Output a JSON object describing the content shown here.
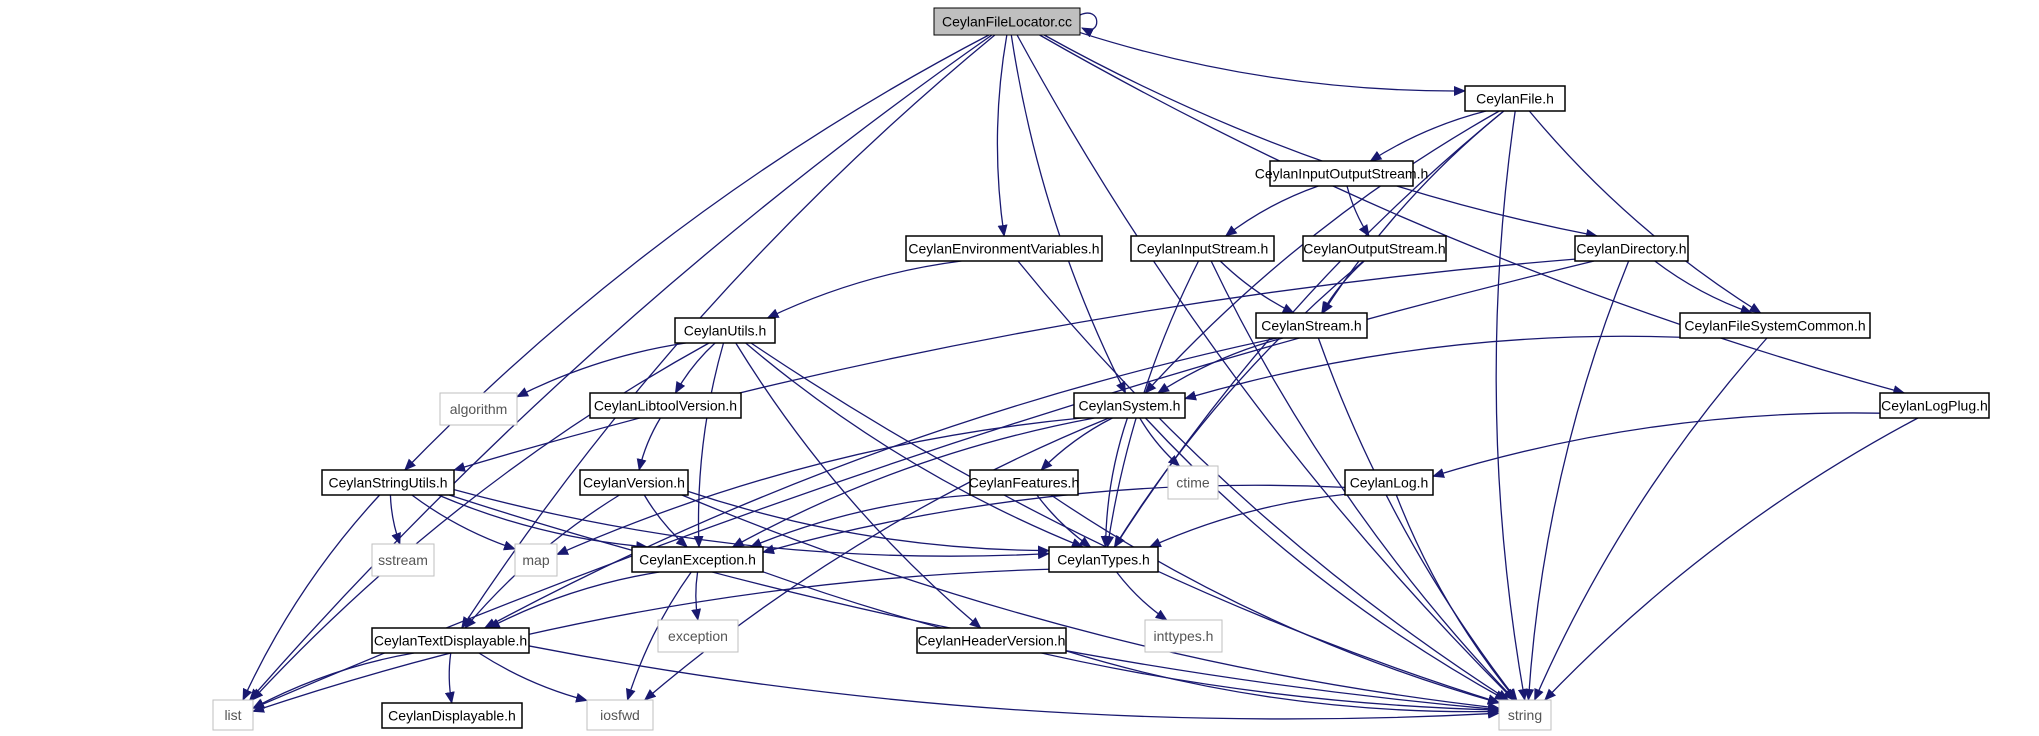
{
  "colors": {
    "edge": "#191970",
    "node_border": "#000000",
    "root_fill": "#bfbfbf",
    "ext_border": "#bfbfbf",
    "background": "#ffffff"
  },
  "nodes": [
    {
      "id": "root",
      "label": "CeylanFileLocator.cc",
      "kind": "root"
    },
    {
      "id": "file",
      "label": "CeylanFile.h",
      "kind": "header"
    },
    {
      "id": "iostream",
      "label": "CeylanInputOutputStream.h",
      "kind": "header"
    },
    {
      "id": "envvars",
      "label": "CeylanEnvironmentVariables.h",
      "kind": "header"
    },
    {
      "id": "istream",
      "label": "CeylanInputStream.h",
      "kind": "header"
    },
    {
      "id": "ostream",
      "label": "CeylanOutputStream.h",
      "kind": "header"
    },
    {
      "id": "dir",
      "label": "CeylanDirectory.h",
      "kind": "header"
    },
    {
      "id": "utils",
      "label": "CeylanUtils.h",
      "kind": "header"
    },
    {
      "id": "stream",
      "label": "CeylanStream.h",
      "kind": "header"
    },
    {
      "id": "fscommon",
      "label": "CeylanFileSystemCommon.h",
      "kind": "header"
    },
    {
      "id": "algorithm",
      "label": "algorithm",
      "kind": "external"
    },
    {
      "id": "libtool",
      "label": "CeylanLibtoolVersion.h",
      "kind": "header"
    },
    {
      "id": "system",
      "label": "CeylanSystem.h",
      "kind": "header"
    },
    {
      "id": "logplug",
      "label": "CeylanLogPlug.h",
      "kind": "header"
    },
    {
      "id": "strutils",
      "label": "CeylanStringUtils.h",
      "kind": "header"
    },
    {
      "id": "version",
      "label": "CeylanVersion.h",
      "kind": "header"
    },
    {
      "id": "features",
      "label": "CeylanFeatures.h",
      "kind": "header"
    },
    {
      "id": "ctime",
      "label": "ctime",
      "kind": "external"
    },
    {
      "id": "log",
      "label": "CeylanLog.h",
      "kind": "header"
    },
    {
      "id": "sstream",
      "label": "sstream",
      "kind": "external"
    },
    {
      "id": "map",
      "label": "map",
      "kind": "external"
    },
    {
      "id": "exc",
      "label": "CeylanException.h",
      "kind": "header"
    },
    {
      "id": "types",
      "label": "CeylanTypes.h",
      "kind": "header"
    },
    {
      "id": "textdisp",
      "label": "CeylanTextDisplayable.h",
      "kind": "header"
    },
    {
      "id": "exception",
      "label": "exception",
      "kind": "external"
    },
    {
      "id": "hdrver",
      "label": "CeylanHeaderVersion.h",
      "kind": "header"
    },
    {
      "id": "inttypes",
      "label": "inttypes.h",
      "kind": "external"
    },
    {
      "id": "list",
      "label": "list",
      "kind": "external"
    },
    {
      "id": "disp",
      "label": "CeylanDisplayable.h",
      "kind": "header"
    },
    {
      "id": "iosfwd",
      "label": "iosfwd",
      "kind": "external"
    },
    {
      "id": "string",
      "label": "string",
      "kind": "external"
    }
  ],
  "edges": [
    [
      "root",
      "root"
    ],
    [
      "root",
      "file"
    ],
    [
      "root",
      "envvars"
    ],
    [
      "root",
      "dir"
    ],
    [
      "root",
      "system"
    ],
    [
      "root",
      "logplug"
    ],
    [
      "root",
      "strutils"
    ],
    [
      "root",
      "textdisp"
    ],
    [
      "root",
      "list"
    ],
    [
      "root",
      "string"
    ],
    [
      "file",
      "iostream"
    ],
    [
      "file",
      "stream"
    ],
    [
      "file",
      "fscommon"
    ],
    [
      "file",
      "types"
    ],
    [
      "file",
      "system"
    ],
    [
      "file",
      "string"
    ],
    [
      "iostream",
      "istream"
    ],
    [
      "iostream",
      "ostream"
    ],
    [
      "envvars",
      "utils"
    ],
    [
      "envvars",
      "string"
    ],
    [
      "istream",
      "stream"
    ],
    [
      "istream",
      "types"
    ],
    [
      "istream",
      "string"
    ],
    [
      "ostream",
      "stream"
    ],
    [
      "ostream",
      "types"
    ],
    [
      "dir",
      "fscommon"
    ],
    [
      "dir",
      "strutils"
    ],
    [
      "dir",
      "list"
    ],
    [
      "dir",
      "string"
    ],
    [
      "utils",
      "algorithm"
    ],
    [
      "utils",
      "libtool"
    ],
    [
      "utils",
      "exc"
    ],
    [
      "utils",
      "types"
    ],
    [
      "utils",
      "hdrver"
    ],
    [
      "utils",
      "list"
    ],
    [
      "utils",
      "string"
    ],
    [
      "stream",
      "system"
    ],
    [
      "stream",
      "textdisp"
    ],
    [
      "stream",
      "string"
    ],
    [
      "fscommon",
      "system"
    ],
    [
      "fscommon",
      "string"
    ],
    [
      "libtool",
      "version"
    ],
    [
      "system",
      "features"
    ],
    [
      "system",
      "types"
    ],
    [
      "system",
      "ctime"
    ],
    [
      "system",
      "exc"
    ],
    [
      "system",
      "map"
    ],
    [
      "system",
      "iosfwd"
    ],
    [
      "system",
      "string"
    ],
    [
      "logplug",
      "log"
    ],
    [
      "logplug",
      "string"
    ],
    [
      "strutils",
      "sstream"
    ],
    [
      "strutils",
      "map"
    ],
    [
      "strutils",
      "exc"
    ],
    [
      "strutils",
      "types"
    ],
    [
      "strutils",
      "list"
    ],
    [
      "strutils",
      "string"
    ],
    [
      "version",
      "exc"
    ],
    [
      "version",
      "textdisp"
    ],
    [
      "version",
      "types"
    ],
    [
      "version",
      "string"
    ],
    [
      "features",
      "exc"
    ],
    [
      "features",
      "types"
    ],
    [
      "features",
      "string"
    ],
    [
      "log",
      "exc"
    ],
    [
      "log",
      "types"
    ],
    [
      "log",
      "string"
    ],
    [
      "exc",
      "textdisp"
    ],
    [
      "exc",
      "exception"
    ],
    [
      "exc",
      "iosfwd"
    ],
    [
      "exc",
      "string"
    ],
    [
      "types",
      "inttypes"
    ],
    [
      "types",
      "list"
    ],
    [
      "textdisp",
      "disp"
    ],
    [
      "textdisp",
      "list"
    ],
    [
      "textdisp",
      "iosfwd"
    ],
    [
      "textdisp",
      "string"
    ],
    [
      "hdrver",
      "string"
    ]
  ]
}
